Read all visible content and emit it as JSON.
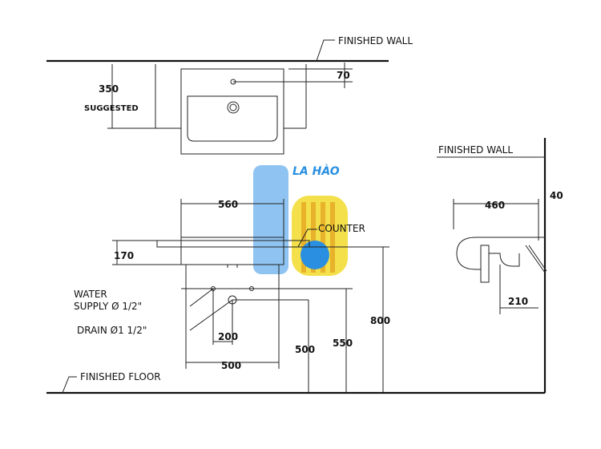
{
  "labels": {
    "finished_wall_top": "FINISHED WALL",
    "finished_wall_side": "FINISHED WALL",
    "counter": "COUNTER",
    "water_supply_1": "WATER",
    "water_supply_2": "SUPPLY Ø 1/2\"",
    "drain": "DRAIN Ø1 1/2\"",
    "finished_floor": "FINISHED FLOOR",
    "suggested": "SUGGESTED"
  },
  "dimensions": {
    "d350": "350",
    "d70": "70",
    "d560": "560",
    "d170": "170",
    "d200": "200",
    "d500_w": "500",
    "d500_h": "500",
    "d550": "550",
    "d800": "800",
    "d460": "460",
    "d40": "40",
    "d210": "210"
  },
  "watermark": {
    "text": "LA HÀO",
    "colors": {
      "blue": "#2a8fe0",
      "light_blue": "#8fc4f2",
      "yellow": "#f4e04a",
      "gold": "#e8b22a"
    }
  }
}
